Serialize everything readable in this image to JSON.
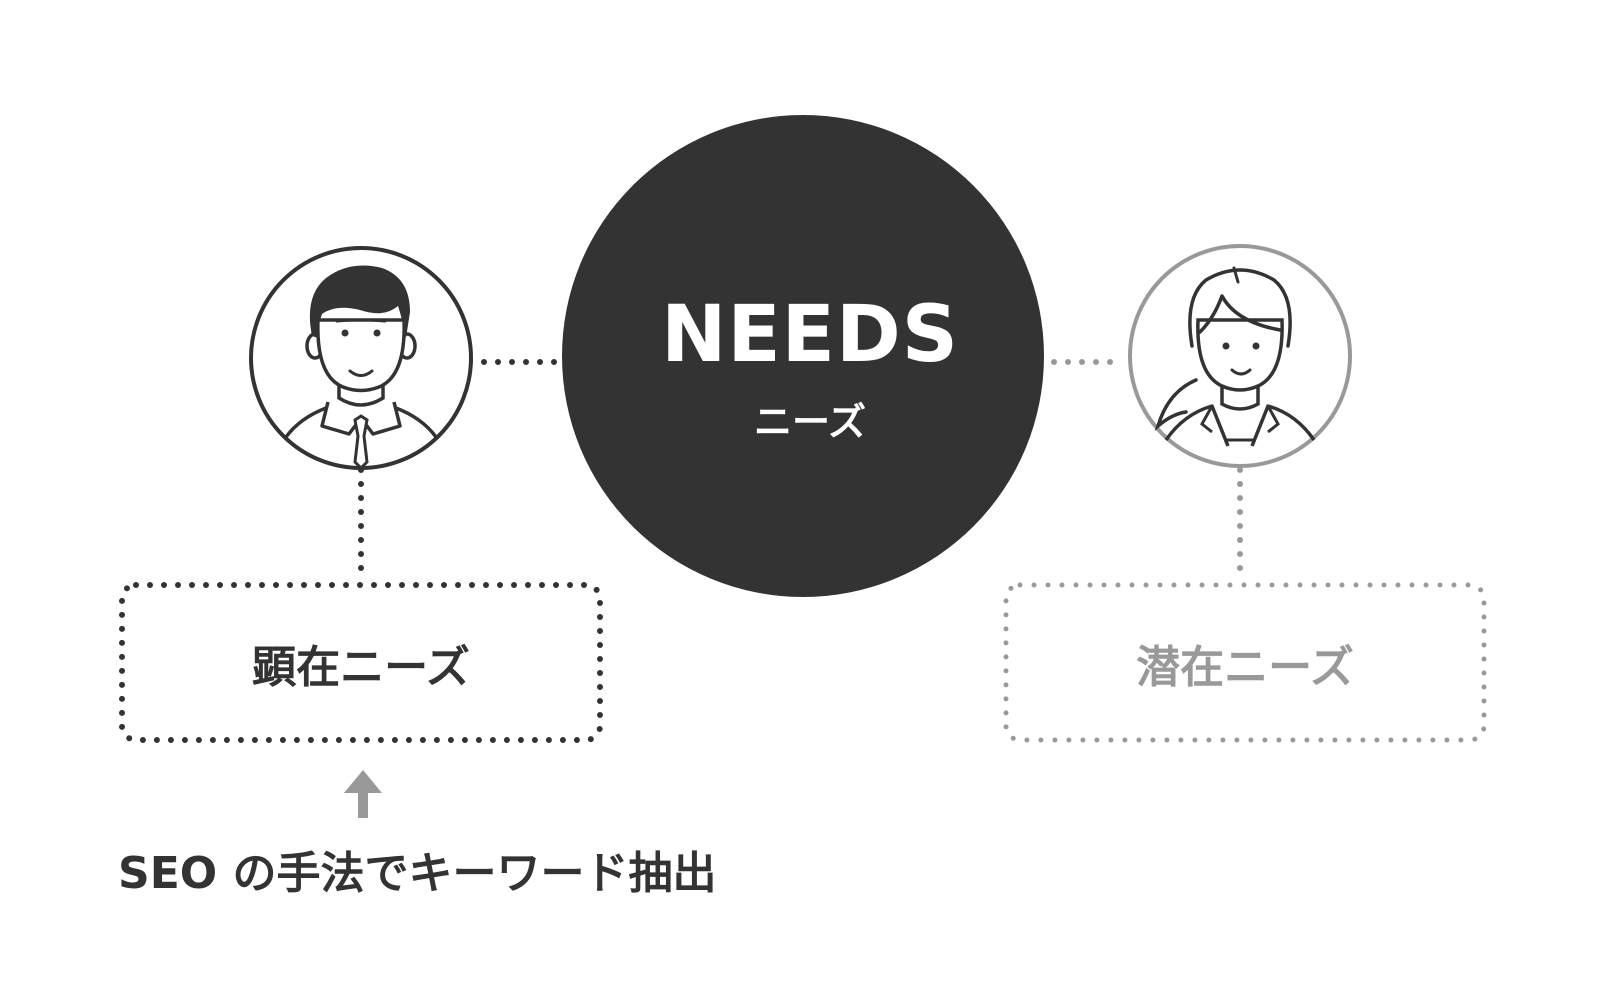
{
  "center": {
    "title": "NEEDS",
    "subtitle": "ニーズ"
  },
  "explicit": {
    "label": "顕在ニーズ",
    "avatar": "man-avatar-icon"
  },
  "latent": {
    "label": "潜在ニーズ",
    "avatar": "woman-avatar-icon"
  },
  "method": {
    "label": "SEO の手法でキーワード抽出",
    "arrow": "up-arrow-icon"
  },
  "colors": {
    "dark": "#333333",
    "muted": "#999999",
    "background": "#ffffff",
    "center_text": "#ffffff"
  }
}
